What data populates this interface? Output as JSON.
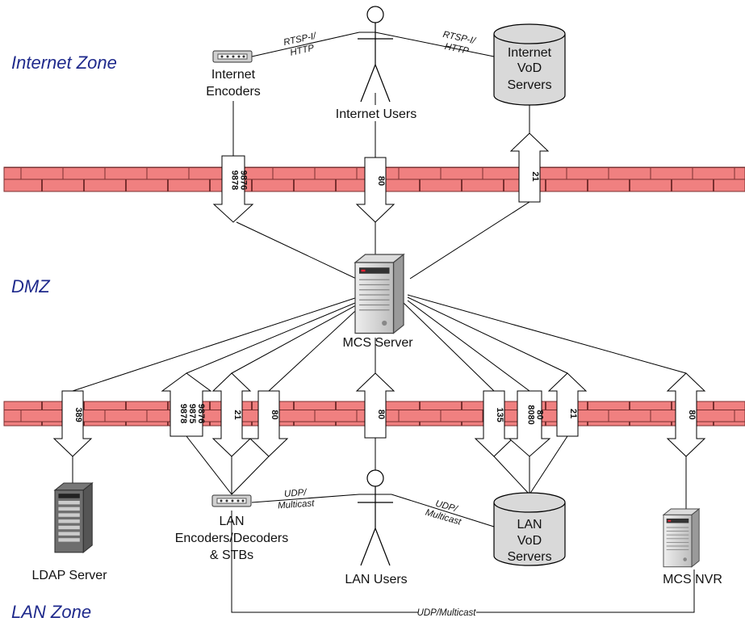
{
  "zones": {
    "internet": "Internet Zone",
    "dmz": "DMZ",
    "lan": "LAN Zone"
  },
  "nodes": {
    "internet_encoders": [
      "Internet",
      "Encoders"
    ],
    "internet_users": "Internet Users",
    "internet_vod": [
      "Internet",
      "VoD",
      "Servers"
    ],
    "mcs_server": "MCS Server",
    "ldap_server": "LDAP Server",
    "lan_encoders": [
      "LAN",
      "Encoders/Decoders",
      "& STBs"
    ],
    "lan_users": "LAN Users",
    "lan_vod": [
      "LAN",
      "VoD",
      "Servers"
    ],
    "mcs_nvr": "MCS NVR"
  },
  "protocols": {
    "rtsp_left": [
      "RTSP-I/",
      "HTTP"
    ],
    "rtsp_right": [
      "RTSP-I/",
      "HTTP"
    ],
    "udp_left": [
      "UDP/",
      "Multicast"
    ],
    "udp_right": [
      "UDP/",
      "Multicast"
    ],
    "udp_bottom": "UDP/Multicast"
  },
  "ports": {
    "top_encoders": [
      "9876",
      "9878"
    ],
    "top_users": [
      "80"
    ],
    "top_vod": [
      "21"
    ],
    "ldap": [
      "389"
    ],
    "enc_a": [
      "9876",
      "9875",
      "9878"
    ],
    "enc_b": [
      "21"
    ],
    "enc_c": [
      "80"
    ],
    "lan_users": [
      "80"
    ],
    "vod_a": [
      "135"
    ],
    "vod_b": [
      "80",
      "8080"
    ],
    "vod_c": [
      "21"
    ],
    "nvr": [
      "80"
    ]
  },
  "colors": {
    "firewall_brick": "#f08080",
    "zone_text": "#1f2a8c",
    "storage_fill": "#d9d9d9"
  }
}
